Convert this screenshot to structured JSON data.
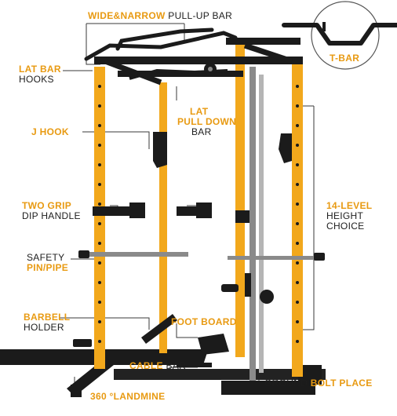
{
  "colors": {
    "accent": "#e89a12",
    "frame_black": "#1b1b1b",
    "upright_yellow": "#f2a81c",
    "steel": "#9a9a9a",
    "label_dark": "#1d1d1d",
    "leader": "#3a3a3a"
  },
  "labels": {
    "pullup_bar": {
      "part1": "WIDE&NARROW",
      "part2": " PULL-UP BAR"
    },
    "tbar": "T-BAR",
    "lat_hooks": {
      "line1": "LAT BAR",
      "line2": "HOOKS"
    },
    "lat_pulldown": {
      "line1": "LAT",
      "line2": "PULL DOWN",
      "line3": "BAR"
    },
    "jhook": "J HOOK",
    "dip_handle": {
      "line1": "TWO GRIP",
      "line2": "DIP HANDLE"
    },
    "height": {
      "line1": "14-LEVEL",
      "line2": "HEIGHT",
      "line3": "CHOICE"
    },
    "safety": {
      "line1": "SAFETY",
      "line2": "PIN/PIPE"
    },
    "barbell_holder": {
      "line1": "BARBELL",
      "line2": "HOLDER"
    },
    "foot_board": "FOOT BOARD",
    "cable_bar": {
      "part1": "CABLE",
      "part2": " BAR"
    },
    "landmine": "360 °LANDMINE",
    "ground": {
      "part1": "GROUND ",
      "part2": "BOLT PLACE"
    }
  },
  "icons": {
    "tbar_callout": "t-bar-icon",
    "rack": "power-rack-illustration"
  }
}
